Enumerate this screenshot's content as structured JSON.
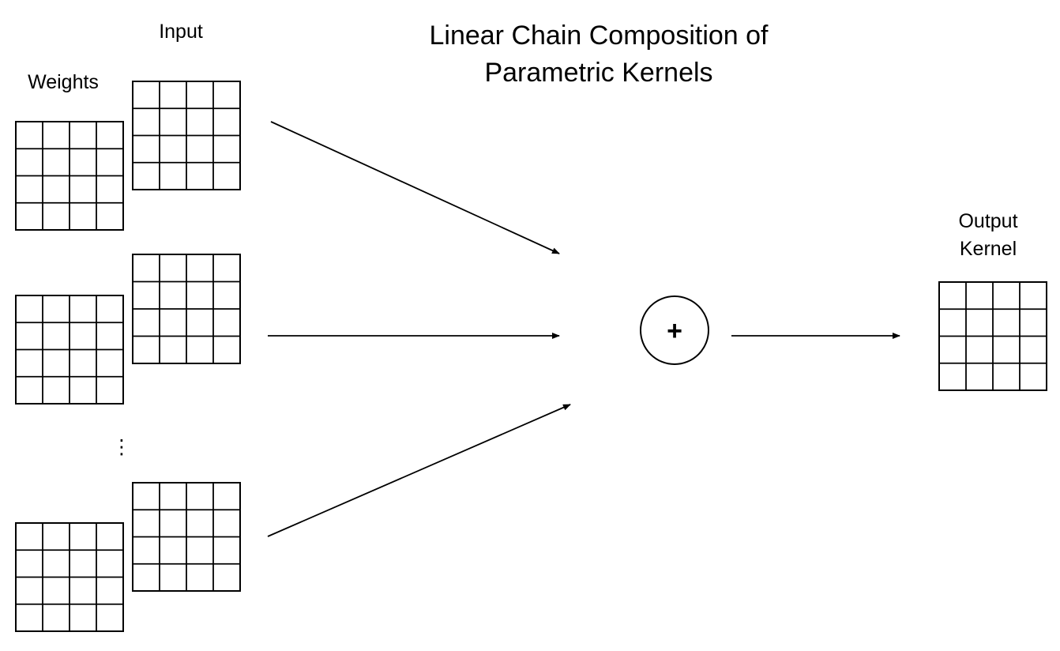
{
  "title": {
    "line1": "Linear Chain Composition of",
    "line2": "Parametric Kernels"
  },
  "labels": {
    "input": "Input",
    "weights": "Weights",
    "output_line1": "Output",
    "output_line2": "Kernel"
  },
  "operator": {
    "symbol": "+",
    "meaning": "sum"
  },
  "ellipsis": "⋮",
  "grid": {
    "rows": 4,
    "cols": 4
  },
  "pairs": [
    {
      "weights": "4x4 grid",
      "input": "4x4 grid"
    },
    {
      "weights": "4x4 grid",
      "input": "4x4 grid"
    },
    {
      "weights": "4x4 grid",
      "input": "4x4 grid"
    }
  ],
  "colors": {
    "stroke": "#000000",
    "background": "#ffffff"
  }
}
